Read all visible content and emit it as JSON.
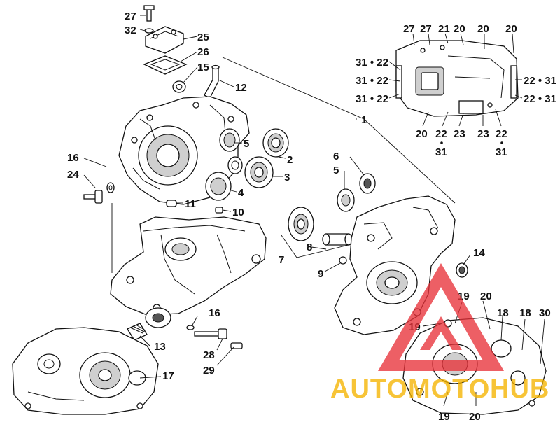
{
  "callouts": [
    {
      "text": "27"
    },
    {
      "text": "32"
    },
    {
      "text": "25"
    },
    {
      "text": "26"
    },
    {
      "text": "15"
    },
    {
      "text": "12"
    },
    {
      "text": "1"
    },
    {
      "text": "5"
    },
    {
      "text": "2"
    },
    {
      "text": "3"
    },
    {
      "text": "4"
    },
    {
      "text": "16"
    },
    {
      "text": "24"
    },
    {
      "text": "11"
    },
    {
      "text": "10"
    },
    {
      "text": "6"
    },
    {
      "text": "5"
    },
    {
      "text": "8"
    },
    {
      "text": "7"
    },
    {
      "text": "9"
    },
    {
      "text": "14"
    },
    {
      "text": "16"
    },
    {
      "text": "13"
    },
    {
      "text": "28"
    },
    {
      "text": "29"
    },
    {
      "text": "17"
    },
    {
      "text": "19"
    },
    {
      "text": "20"
    },
    {
      "text": "19"
    },
    {
      "text": "18"
    },
    {
      "text": "18"
    },
    {
      "text": "30"
    },
    {
      "text": "19"
    },
    {
      "text": "20"
    },
    {
      "text": "27"
    },
    {
      "text": "27"
    },
    {
      "text": "21"
    },
    {
      "text": "20"
    },
    {
      "text": "20"
    },
    {
      "text": "20"
    },
    {
      "text": "31 • 22"
    },
    {
      "text": "31 • 22"
    },
    {
      "text": "31 • 22"
    },
    {
      "text": "22 • 31"
    },
    {
      "text": "22 • 31"
    },
    {
      "text": "20"
    },
    {
      "text": "22"
    },
    {
      "text": "23"
    },
    {
      "text": "23"
    },
    {
      "text": "22"
    },
    {
      "text": "31"
    },
    {
      "text": "31"
    }
  ],
  "watermark": {
    "text_left": "AUTOMOTO",
    "text_right": "HUB",
    "color_primary": "#e8333a",
    "color_accent": "#f5b400"
  }
}
